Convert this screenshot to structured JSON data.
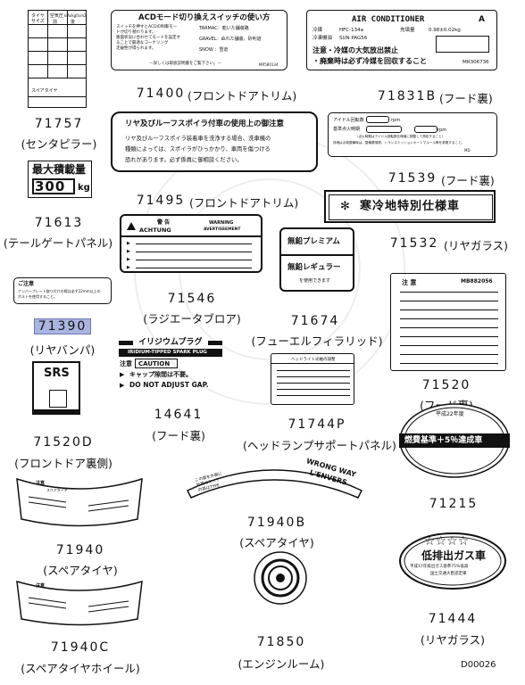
{
  "parts": [
    {
      "id": "p71757",
      "number": "71757",
      "location": "(センタピラー)"
    },
    {
      "id": "p71613",
      "number": "71613",
      "location": "(テールゲートパネル)"
    },
    {
      "id": "p71390",
      "number": "71390",
      "location": "(リヤバンパ)"
    },
    {
      "id": "p71520d",
      "number": "71520D",
      "location": "(フロントドア裏側)"
    },
    {
      "id": "p71940",
      "number": "71940",
      "location": "(スペアタイヤ)"
    },
    {
      "id": "p71940c",
      "number": "71940C",
      "location": "(スペアタイヤホイール)"
    },
    {
      "id": "p71400",
      "number": "71400",
      "location": "(フロントドアトリム)"
    },
    {
      "id": "p71495",
      "number": "71495",
      "location": "(フロントドアトリム)"
    },
    {
      "id": "p71546",
      "number": "71546",
      "location": "(ラジエータブロア)"
    },
    {
      "id": "p71674",
      "number": "71674",
      "location": "(フューエルフィラリッド)"
    },
    {
      "id": "p14641",
      "number": "14641",
      "location": "(フード裏)"
    },
    {
      "id": "p71744p",
      "number": "71744P",
      "location": "(ヘッドランプサポートパネル)"
    },
    {
      "id": "p71940b",
      "number": "71940B",
      "location": "(スペアタイヤ)"
    },
    {
      "id": "p71850",
      "number": "71850",
      "location": "(エンジンルーム)"
    },
    {
      "id": "p71831b",
      "number": "71831B",
      "location": "(フード裏)"
    },
    {
      "id": "p71539",
      "number": "71539",
      "location": "(フード裏)"
    },
    {
      "id": "p71532",
      "number": "71532",
      "location": "(リヤガラス)"
    },
    {
      "id": "p71520",
      "number": "71520",
      "location": "(フード裏)"
    },
    {
      "id": "p71215",
      "number": "71215",
      "location": ""
    },
    {
      "id": "p71444",
      "number": "71444",
      "location": "(リヤガラス)"
    }
  ],
  "labels": {
    "tire": {
      "h1": "タイヤ",
      "h2": "サイズ",
      "c2": "空気圧",
      "c3": "kPa/kgf/cm2",
      "c4": "前",
      "c5": "後",
      "foot": "スペアタイヤ"
    },
    "maxload": {
      "title": "最大積載量",
      "value": "300",
      "unit": "kg"
    },
    "bumper": {
      "title": "ご注意",
      "l1": "ナンバープレート取り付けの際は必ず22mm以上の",
      "l2": "ボルトを使用すること。"
    },
    "srs": {
      "text": "SRS"
    },
    "acd": {
      "title": "ACDモード切り換えスイッチの使い方",
      "l1": "スイッチを押すとACDの制御モー",
      "l2": "ドが切り替わります。",
      "l3": "路面状況に合わせてモードを設定す",
      "l4": "ることで最適なコーナリング",
      "l5": "走破性が得られます。",
      "r1": "TARMAC：乾いた舗装路",
      "r2": "GRAVEL：ぬれた舗装、砂利道",
      "r3": "SNOW  ：雪道",
      "foot": "－詳しくは取扱説明書をご覧下さい。－",
      "code": "MR580134"
    },
    "rearspoiler": {
      "title": "リヤ及びルーフスポイラ付車の使用上の御注意",
      "l1": "リヤ及びルーフスポイラ装着車を洗浄する場合、洗車機の",
      "l2": "種類によっては、スポイラがひっかかり、車両を傷つける",
      "l3": "恐れがあります。必ず係員に御相談ください。"
    },
    "warning": {
      "jp": "警 告",
      "en": "WARNING",
      "de": "ACHTUNG",
      "fr": "AVERTISSEMENT"
    },
    "fuel": {
      "top": "無鉛プレミアム",
      "bottom": "無鉛レギュラー",
      "note": "を使用できます"
    },
    "plug": {
      "title": "イリジウムプラグ",
      "sub": "IRIDIUM-TIPPED SPARK PLUG",
      "caution_jp": "注意",
      "caution": "CAUTION",
      "l1": "キャップ隙間は不要。",
      "l2": "DO NOT ADJUST GAP."
    },
    "headlamp": {
      "title": "ヘッドライト光軸の調整"
    },
    "wrongway": {
      "left1": "この面を外側に",
      "left2": "外周はタイヤ",
      "left3": "内周はTYPE",
      "right1": "WRONG WAY",
      "right2": "L'ENVERS"
    },
    "aircon": {
      "title": "AIR CONDITIONER",
      "mark": "A",
      "r1a": "冷媒",
      "r1b": "HFC-134a",
      "r1c": "充填量",
      "r1d": "0.98±0.02kg",
      "r2a": "冷凍機油",
      "r2b": "SUN PAG56",
      "n1": "注意・冷媒の大気放出禁止",
      "n2": "・廃棄時は必ず冷媒を回収すること",
      "code": "MR306736"
    },
    "idle": {
      "l1": "アイドル回転数",
      "u1": "rpm",
      "l2": "基準点火時期",
      "u2": "rpm",
      "l3": "（点火時期はアイドル回転数仕様値に調整して測定すること）",
      "l4": "詳細は点検整備時は、整備要領書、トランスミッションオートマルール等を参照すること。",
      "code": "MD"
    },
    "cold": {
      "text": "寒冷地特別仕様車"
    },
    "hood": {
      "title": "注 意",
      "code": "MB882056"
    },
    "fuelstd": {
      "year": "平成22年度",
      "text": "燃費基準＋5％達成車"
    },
    "lowemission": {
      "stars": "☆☆☆☆",
      "title": "低排出ガス車",
      "l1": "平成17年排出ガス基準75%低減",
      "l2": "国土交通大臣認定車"
    },
    "spare": {
      "title": "注意",
      "sub": "スペアタイヤ"
    }
  },
  "diagram_code": "D00026"
}
